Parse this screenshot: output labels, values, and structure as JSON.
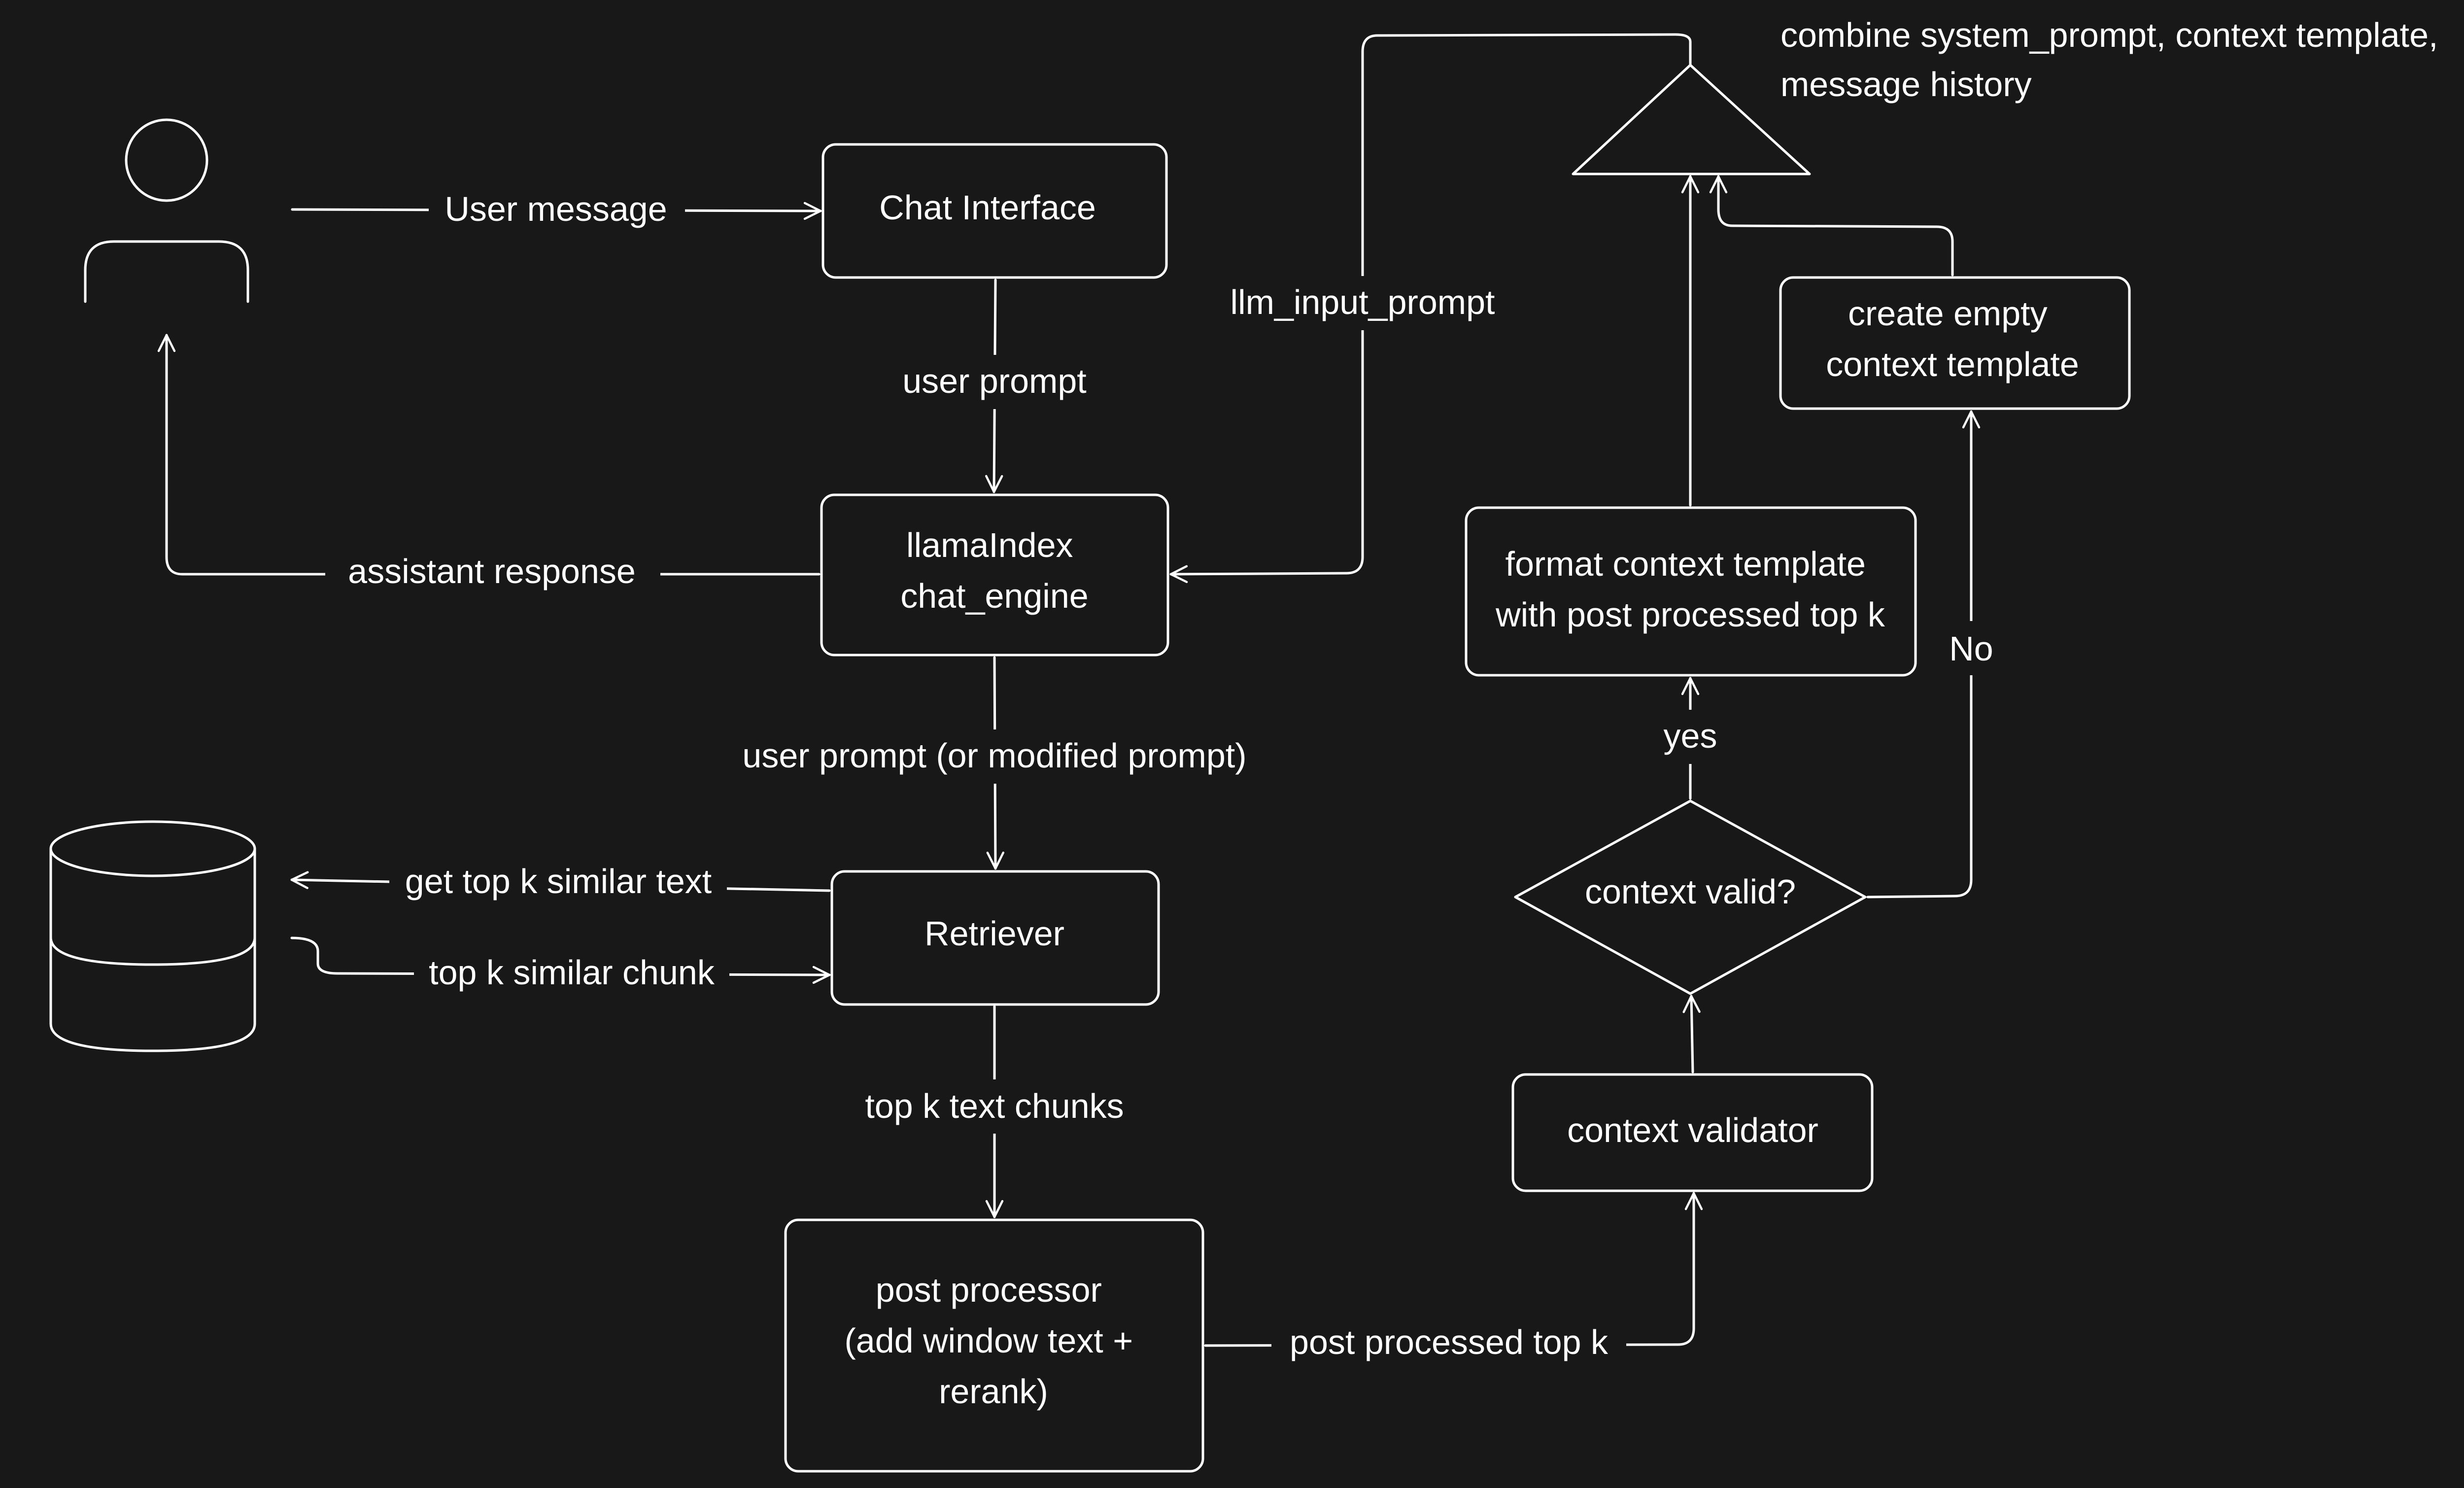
{
  "nodes": {
    "chat_interface": "Chat Interface",
    "chat_engine": [
      "llamaIndex",
      "chat_engine"
    ],
    "retriever": "Retriever",
    "post_processor": [
      "post processor",
      "(add window text +",
      "rerank)"
    ],
    "context_validator": "context validator",
    "context_valid": "context valid?",
    "format_context": [
      "format context template",
      "with post processed top k"
    ],
    "create_empty": [
      "create empty",
      "context template"
    ],
    "combine_note": [
      "combine system_prompt, context template,",
      "message history"
    ]
  },
  "edges": {
    "user_message": "User message",
    "user_prompt": "user prompt",
    "assistant_response": "assistant response",
    "llm_input_prompt": "llm_input_prompt",
    "user_prompt_modified": "user prompt (or modified prompt)",
    "get_top_k": "get top k similar text",
    "top_k_chunk": "top k similar chunk",
    "top_k_text_chunks": "top k text chunks",
    "post_processed_top_k": "post processed top k",
    "yes": "yes",
    "no": "No"
  },
  "icons": {
    "user": "user-icon",
    "database": "database-icon",
    "combine": "triangle-combine-icon"
  },
  "colors": {
    "background": "#181818",
    "stroke": "#ffffff",
    "text": "#ffffff"
  }
}
